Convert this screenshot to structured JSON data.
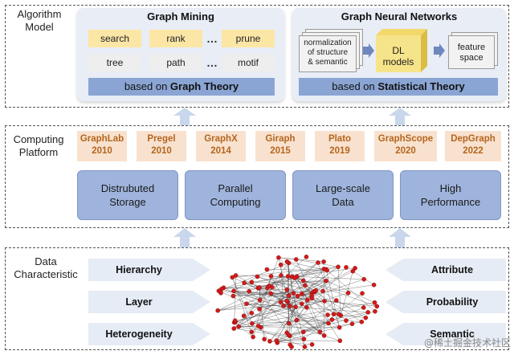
{
  "sections": {
    "algorithm": {
      "label_line1": "Algorithm",
      "label_line2": "Model"
    },
    "computing": {
      "label_line1": "Computing",
      "label_line2": "Platform"
    },
    "data": {
      "label_line1": "Data",
      "label_line2": "Characteristic"
    }
  },
  "graph_mining": {
    "title": "Graph Mining",
    "row1": [
      "search",
      "rank",
      "prune"
    ],
    "row2": [
      "tree",
      "path",
      "motif"
    ],
    "ellipsis": "…",
    "footer_prefix": "based on ",
    "footer_bold": "Graph Theory"
  },
  "gnn": {
    "title": "Graph Neural Networks",
    "step1": [
      "normalization",
      "of structure",
      "& semantic"
    ],
    "step2": [
      "DL",
      "models"
    ],
    "step3": [
      "feature",
      "space"
    ],
    "footer_prefix": "based on ",
    "footer_bold": "Statistical Theory"
  },
  "platforms": [
    {
      "name": "GraphLab",
      "year": "2010"
    },
    {
      "name": "Pregel",
      "year": "2010"
    },
    {
      "name": "GraphX",
      "year": "2014"
    },
    {
      "name": "Giraph",
      "year": "2015"
    },
    {
      "name": "Plato",
      "year": "2019"
    },
    {
      "name": "GraphScope",
      "year": "2020"
    },
    {
      "name": "DepGraph",
      "year": "2022"
    }
  ],
  "features": [
    [
      "Distrubuted",
      "Storage"
    ],
    [
      "Parallel",
      "Computing"
    ],
    [
      "Large-scale",
      "Data"
    ],
    [
      "High",
      "Performance"
    ]
  ],
  "characteristics_left": [
    "Hierarchy",
    "Layer",
    "Heterogeneity"
  ],
  "characteristics_right": [
    "Attribute",
    "Probability",
    "Semantic"
  ],
  "watermark": "@稀土掘金技术社区",
  "colors": {
    "arrow": "#c9d7ec",
    "platform_text": "#b5651d",
    "node": "#d11a1a",
    "blue_bar": "#8aa5d3"
  }
}
